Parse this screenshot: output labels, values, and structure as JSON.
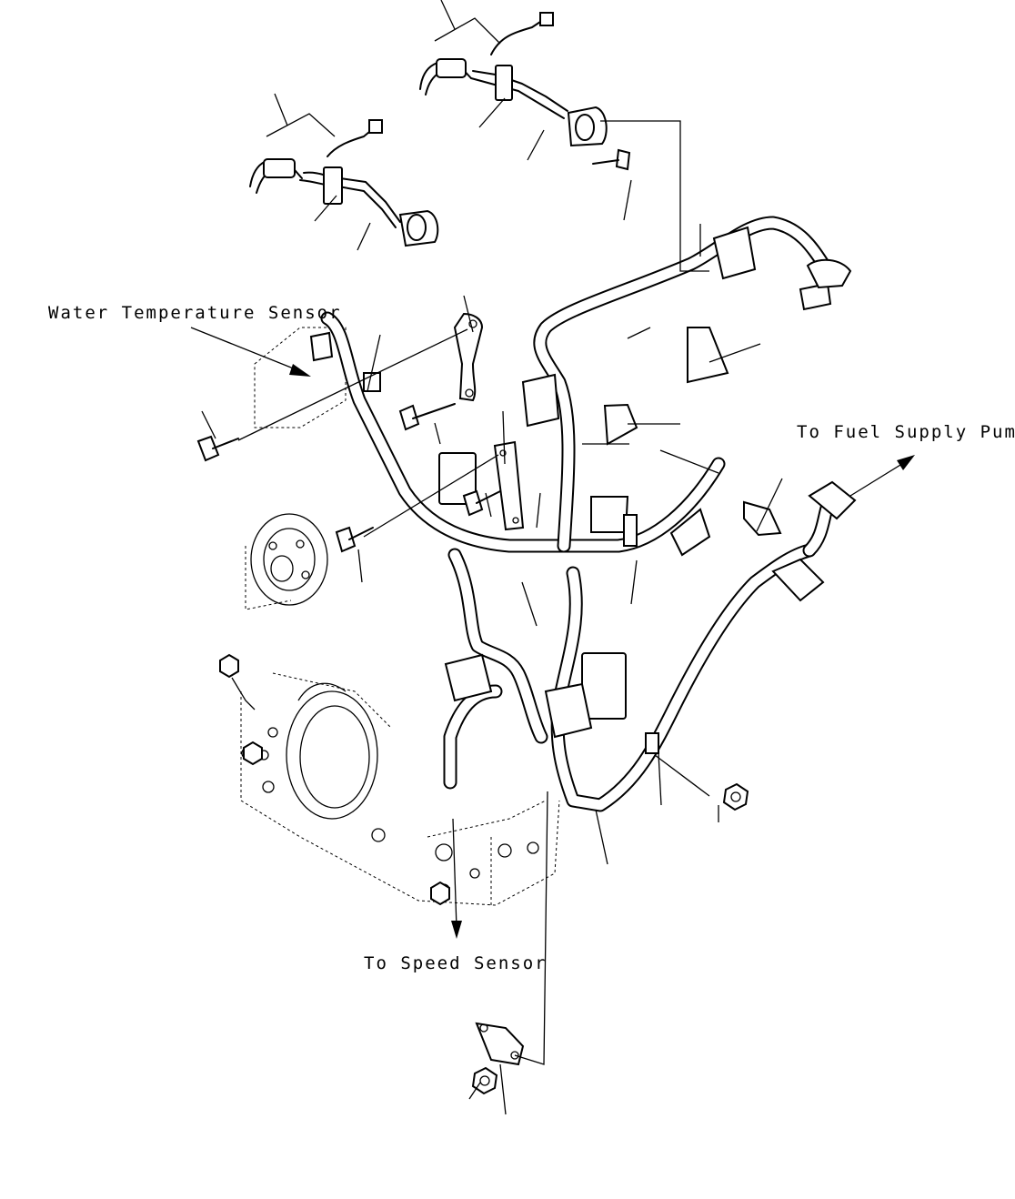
{
  "labels": {
    "water_temp_sensor": "Water Temperature Sensor",
    "fuel_supply_pump": "To Fuel Supply Pump",
    "speed_sensor": "To Speed Sensor"
  }
}
